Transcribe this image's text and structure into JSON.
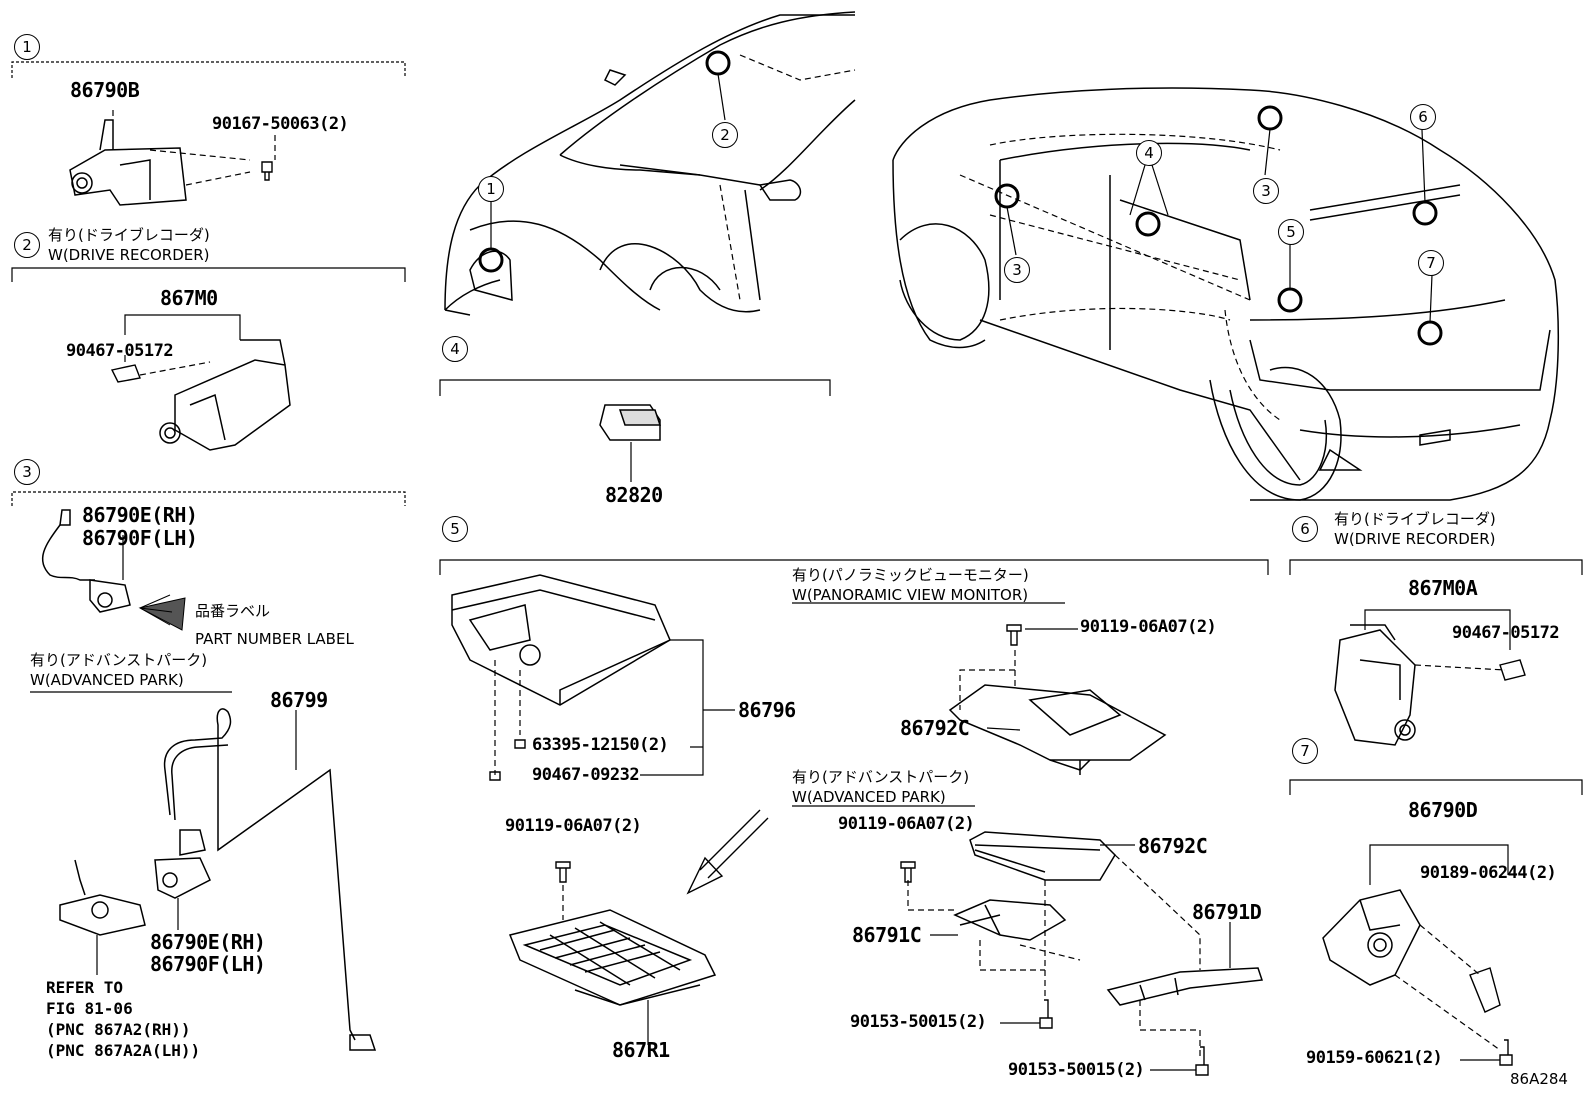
{
  "callouts": [
    "1",
    "2",
    "3",
    "4",
    "5",
    "6",
    "7"
  ],
  "section1": {
    "part_a": "86790B",
    "part_b": "90167-50063(2)"
  },
  "section2": {
    "title_jp": "有り(ドライブレコーダ)",
    "title_en": "W(DRIVE RECORDER)",
    "part_a": "867M0",
    "part_b": "90467-05172"
  },
  "section3": {
    "part_rh": "86790E(RH)",
    "part_lh": "86790F(LH)",
    "label_jp": "品番ラベル",
    "label_en": "PART NUMBER LABEL",
    "option_jp": "有り(アドバンストパーク)",
    "option_en": "W(ADVANCED PARK)",
    "harness": "86799",
    "part_rh2": "86790E(RH)",
    "part_lh2": "86790F(LH)",
    "ref_lines": [
      "REFER TO",
      "FIG 81-06",
      "(PNC 867A2(RH))",
      "(PNC 867A2A(LH))"
    ]
  },
  "section4": {
    "part": "82820"
  },
  "section5": {
    "ecu": "86796",
    "screw1": "63395-12150(2)",
    "clip": "90467-09232",
    "bolt1": "90119-06A07(2)",
    "bracket": "867R1",
    "pvm_jp": "有り(パノラミックビューモニター)",
    "pvm_en": "W(PANORAMIC VIEW MONITOR)",
    "pvm_bolt": "90119-06A07(2)",
    "pvm_part": "86792C",
    "ap_jp": "有り(アドバンストパーク)",
    "ap_en": "W(ADVANCED PARK)",
    "ap_bolt": "90119-06A07(2)",
    "ap_part": "86792C",
    "ap_bracket": "86791C",
    "ap_bracket2": "86791D",
    "ap_nut1": "90153-50015(2)",
    "ap_nut2": "90153-50015(2)"
  },
  "section6": {
    "title_jp": "有り(ドライブレコーダ)",
    "title_en": "W(DRIVE RECORDER)",
    "part_a": "867M0A",
    "part_b": "90467-05172"
  },
  "section7": {
    "part_a": "86790D",
    "part_b": "90189-06244(2)",
    "part_c": "90159-60621(2)"
  },
  "drawing_code": "86A284"
}
